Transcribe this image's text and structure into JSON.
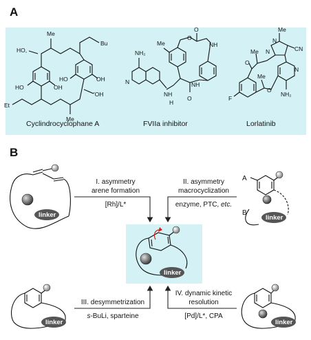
{
  "panel_a": {
    "letter": "A",
    "compounds": [
      {
        "name": "Cyclindrocyclophane A"
      },
      {
        "name": "FVIIa inhibitor"
      },
      {
        "name": "Lorlatinib"
      }
    ],
    "atoms": {
      "me": "Me",
      "bu": "Bu",
      "et": "Et",
      "ho": "HO",
      "oh": "OH",
      "ho_prime": "HO,",
      "oh_prime": "'OH",
      "nh2": "NH₂",
      "n": "N",
      "nh": "NH",
      "h": "H",
      "o": "O",
      "f": "F",
      "cn": "CN"
    }
  },
  "panel_b": {
    "letter": "B",
    "linker_label": "linker",
    "labels": {
      "a": "A",
      "b": "B"
    },
    "steps": [
      {
        "id": "I",
        "title_line1": "I. asymmetry",
        "title_line2": "arene formation",
        "conditions": "[Rh]/L*"
      },
      {
        "id": "II",
        "title_line1": "II. asymmetry",
        "title_line2": "macrocyclization",
        "conditions_pre": "enzyme, PTC, ",
        "conditions_em": "etc."
      },
      {
        "id": "III",
        "title_line1": "III. desymmetrization",
        "conditions_em": "s",
        "conditions_post": "-BuLi, sparteine"
      },
      {
        "id": "IV",
        "title_line1": "IV. dynamic kinetic",
        "title_line2": "resolution",
        "conditions": "[Pd]/L*, CPA"
      }
    ]
  },
  "colors": {
    "highlight": "#d4f2f6",
    "linker": "#555555",
    "arrow": "#222222",
    "rotation": "#cc2222"
  }
}
